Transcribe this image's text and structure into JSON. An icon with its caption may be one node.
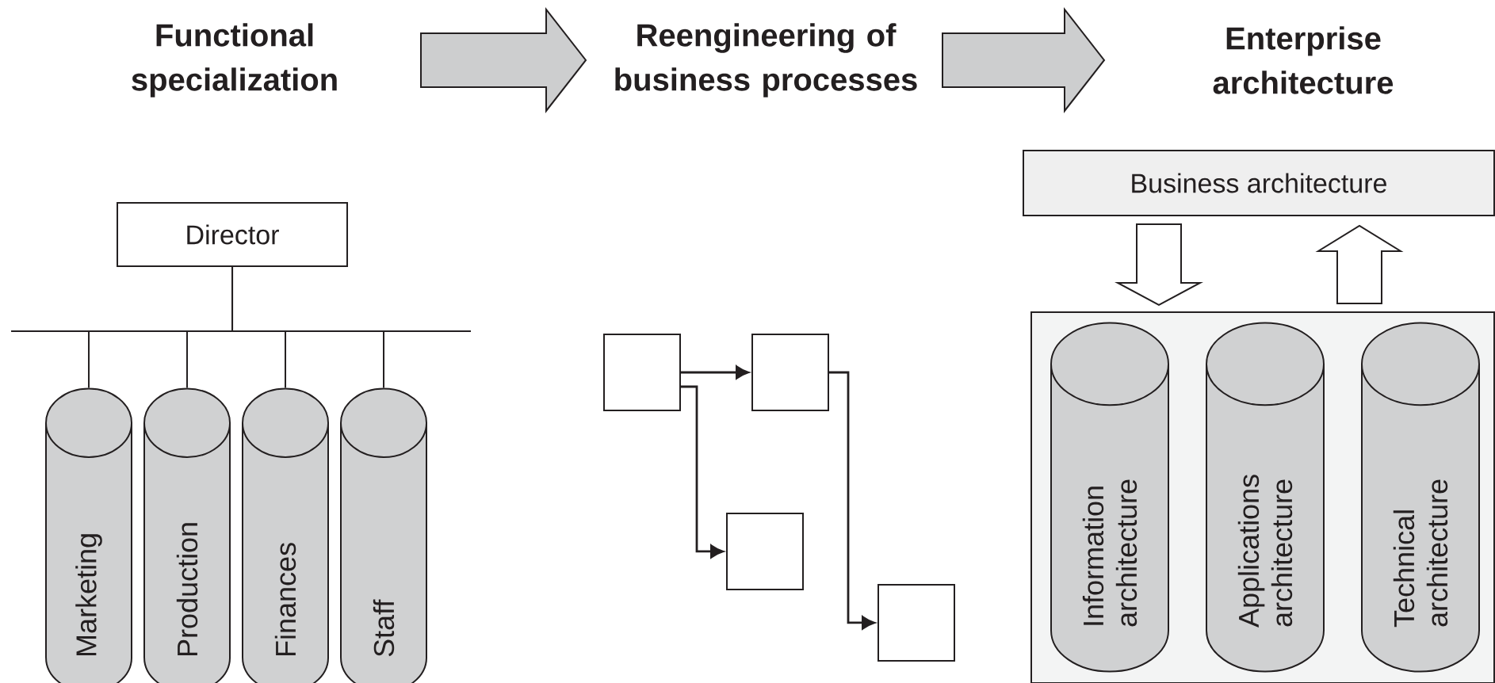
{
  "diagram": {
    "nodes": [
      {
        "text": [
          "Functional specialization"
        ]
      },
      {
        "text": [
          "Reengineering of business processes"
        ]
      },
      {
        "text": [
          "Enterprise architecture"
        ]
      },
      {
        "text": [
          "Director"
        ]
      },
      {
        "text": [
          "Marketing"
        ]
      },
      {
        "text": [
          "Production"
        ]
      },
      {
        "text": [
          "Finances"
        ]
      },
      {
        "text": [
          "Staff"
        ]
      },
      {
        "text": [],
        "shape": "box"
      },
      {
        "text": [],
        "shape": "box"
      },
      {
        "text": [],
        "shape": "box"
      },
      {
        "text": [],
        "shape": "box"
      },
      {
        "text": [
          "Business architecture"
        ]
      },
      {
        "text": [],
        "shape": "box"
      },
      {
        "text": [
          "Information architecture"
        ],
        "in": 13
      },
      {
        "text": [
          "Applications architecture"
        ],
        "in": 13
      },
      {
        "text": [
          "Technical architecture"
        ],
        "in": 13
      }
    ],
    "edges": [
      {
        "from": 0,
        "to": 1,
        "arrow": "to"
      },
      {
        "from": 1,
        "to": 2,
        "arrow": "to"
      },
      {
        "from": 3,
        "to": 4,
        "arrow": "none"
      },
      {
        "from": 3,
        "to": 5,
        "arrow": "none"
      },
      {
        "from": 3,
        "to": 6,
        "arrow": "none"
      },
      {
        "from": 3,
        "to": 7,
        "arrow": "none"
      },
      {
        "from": 8,
        "to": 9,
        "arrow": "to"
      },
      {
        "from": 8,
        "to": 10,
        "arrow": "to"
      },
      {
        "from": 9,
        "to": 11,
        "arrow": "to"
      },
      {
        "from": 12,
        "to": 13,
        "arrow": "to"
      },
      {
        "from": 13,
        "to": 12,
        "arrow": "to"
      }
    ]
  }
}
